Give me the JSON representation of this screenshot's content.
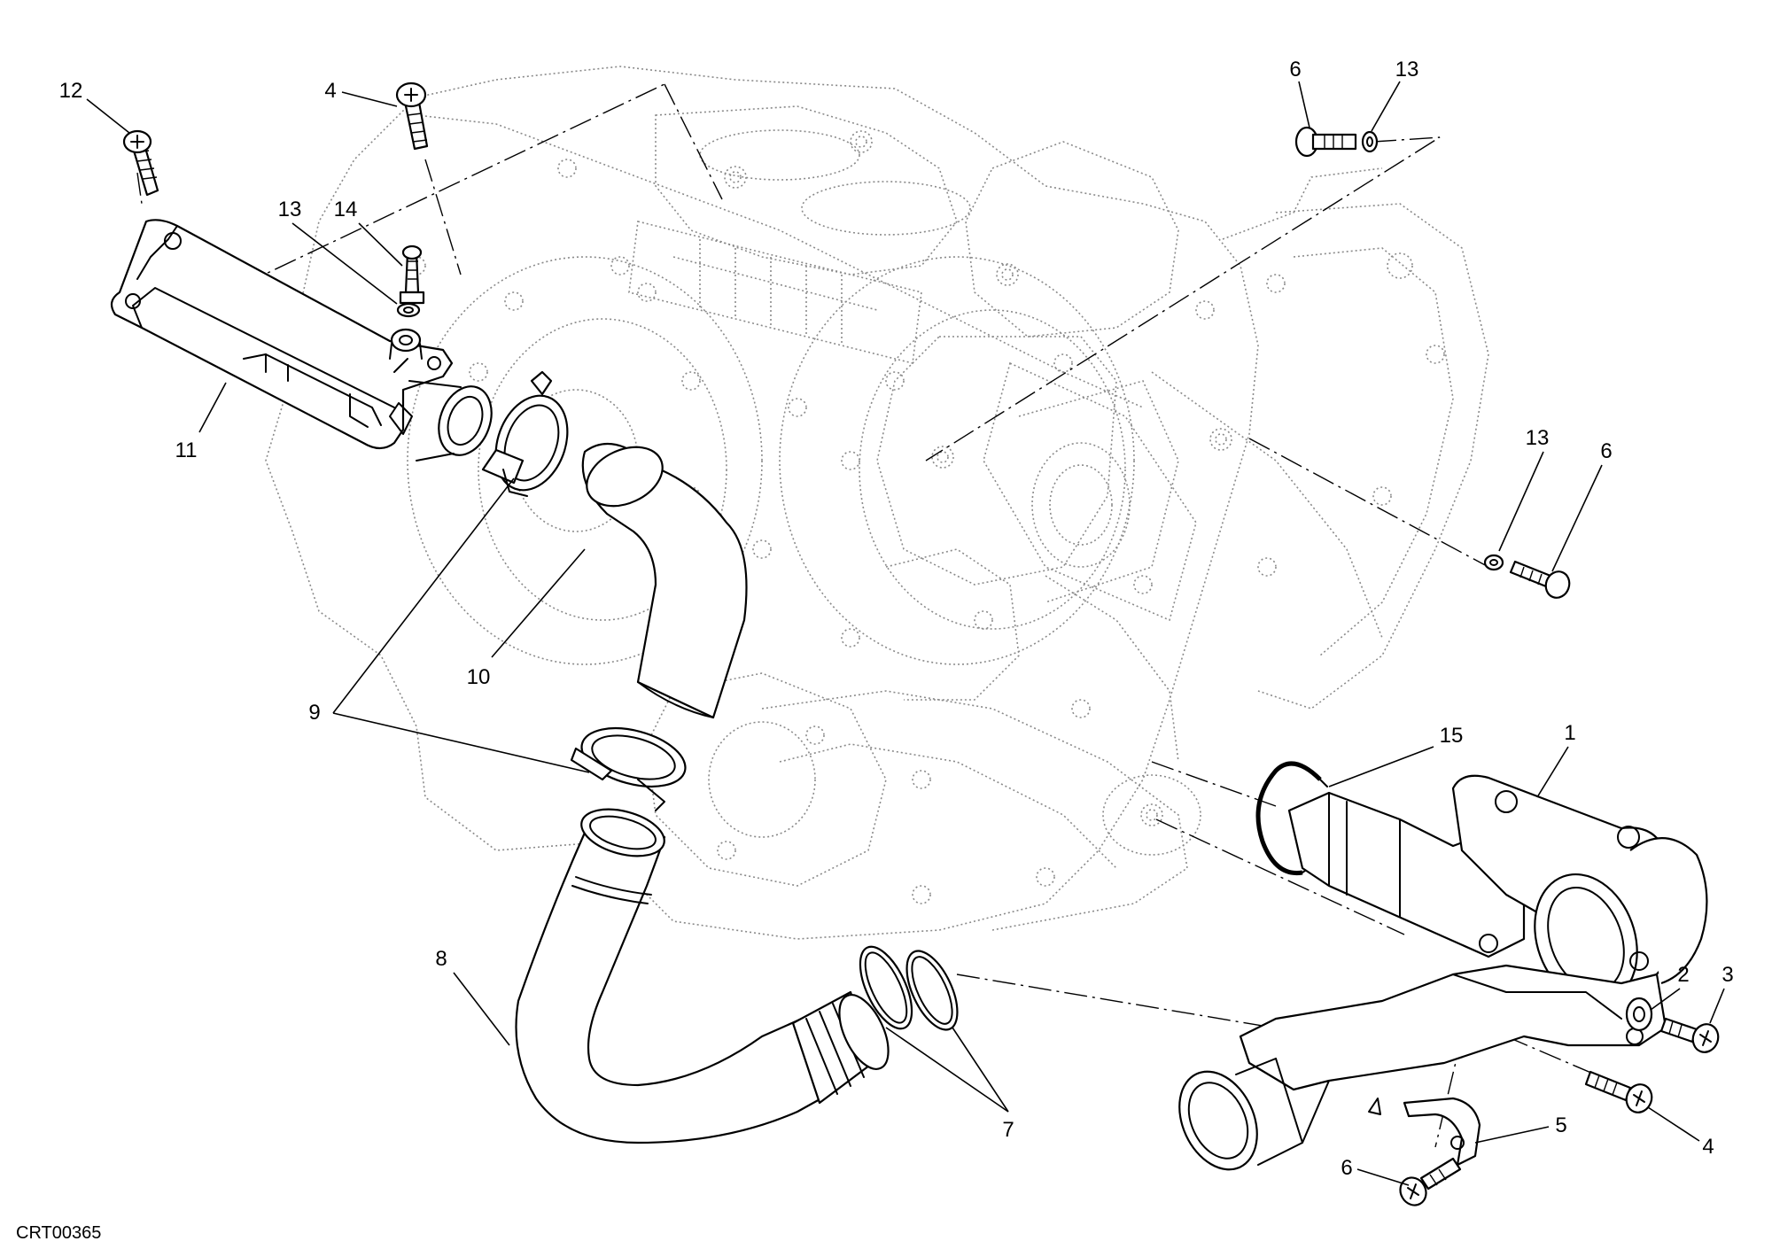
{
  "diagram": {
    "reference_code": "CRT00365",
    "callouts": [
      {
        "id": "c-12",
        "label": "12"
      },
      {
        "id": "c-4a",
        "label": "4"
      },
      {
        "id": "c-13a",
        "label": "13"
      },
      {
        "id": "c-14",
        "label": "14"
      },
      {
        "id": "c-11",
        "label": "11"
      },
      {
        "id": "c-10",
        "label": "10"
      },
      {
        "id": "c-9",
        "label": "9"
      },
      {
        "id": "c-8",
        "label": "8"
      },
      {
        "id": "c-7",
        "label": "7"
      },
      {
        "id": "c-6a",
        "label": "6"
      },
      {
        "id": "c-13b",
        "label": "13"
      },
      {
        "id": "c-13c",
        "label": "13"
      },
      {
        "id": "c-6b",
        "label": "6"
      },
      {
        "id": "c-15",
        "label": "15"
      },
      {
        "id": "c-1",
        "label": "1"
      },
      {
        "id": "c-2",
        "label": "2"
      },
      {
        "id": "c-3",
        "label": "3"
      },
      {
        "id": "c-4b",
        "label": "4"
      },
      {
        "id": "c-5",
        "label": "5"
      },
      {
        "id": "c-6c",
        "label": "6"
      }
    ]
  }
}
